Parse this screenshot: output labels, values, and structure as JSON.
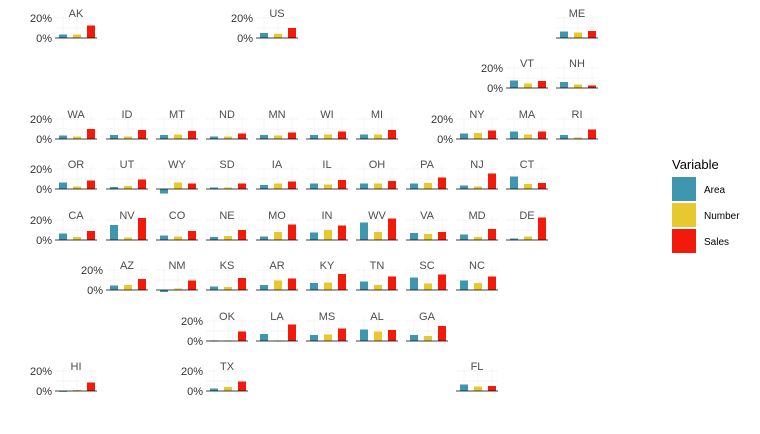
{
  "chart_data": {
    "type": "bar",
    "subtype": "geofacet-small-multiples",
    "y_tick_labels": [
      "0%",
      "20%"
    ],
    "y_ticks": [
      0,
      0.2
    ],
    "ylim": [
      -0.05,
      0.25
    ],
    "grid": true,
    "legend": {
      "title": "Variable",
      "placement": "right",
      "entries": [
        {
          "name": "Area",
          "color": "#3E97AF"
        },
        {
          "name": "Number",
          "color": "#E8C82F"
        },
        {
          "name": "Sales",
          "color": "#F21A0A"
        }
      ]
    },
    "states": [
      {
        "name": "AK",
        "col": 1,
        "row": 0,
        "values": [
          0.035,
          0.035,
          0.125
        ],
        "y_axis": true
      },
      {
        "name": "US",
        "col": 5,
        "row": 0,
        "values": [
          0.05,
          0.042,
          0.1
        ],
        "y_axis": true
      },
      {
        "name": "ME",
        "col": 11,
        "row": 0,
        "values": [
          0.065,
          0.055,
          0.07
        ],
        "y_axis": false
      },
      {
        "name": "VT",
        "col": 10,
        "row": 1,
        "values": [
          0.075,
          0.045,
          0.07
        ],
        "y_axis": true
      },
      {
        "name": "NH",
        "col": 11,
        "row": 1,
        "values": [
          0.06,
          0.035,
          0.025
        ],
        "y_axis": false
      },
      {
        "name": "WA",
        "col": 1,
        "row": 2,
        "values": [
          0.035,
          0.025,
          0.1
        ],
        "y_axis": true
      },
      {
        "name": "ID",
        "col": 2,
        "row": 2,
        "values": [
          0.04,
          0.025,
          0.09
        ],
        "y_axis": false
      },
      {
        "name": "MT",
        "col": 3,
        "row": 2,
        "values": [
          0.04,
          0.045,
          0.08
        ],
        "y_axis": false
      },
      {
        "name": "ND",
        "col": 4,
        "row": 2,
        "values": [
          0.025,
          0.025,
          0.055
        ],
        "y_axis": false
      },
      {
        "name": "MN",
        "col": 5,
        "row": 2,
        "values": [
          0.04,
          0.035,
          0.065
        ],
        "y_axis": false
      },
      {
        "name": "WI",
        "col": 6,
        "row": 2,
        "values": [
          0.04,
          0.045,
          0.075
        ],
        "y_axis": false
      },
      {
        "name": "MI",
        "col": 7,
        "row": 2,
        "values": [
          0.045,
          0.045,
          0.09
        ],
        "y_axis": false
      },
      {
        "name": "NY",
        "col": 9,
        "row": 2,
        "values": [
          0.055,
          0.06,
          0.085
        ],
        "y_axis": true
      },
      {
        "name": "MA",
        "col": 10,
        "row": 2,
        "values": [
          0.075,
          0.045,
          0.075
        ],
        "y_axis": false
      },
      {
        "name": "RI",
        "col": 11,
        "row": 2,
        "values": [
          0.04,
          0.015,
          0.095
        ],
        "y_axis": false
      },
      {
        "name": "OR",
        "col": 1,
        "row": 3,
        "values": [
          0.065,
          0.025,
          0.085
        ],
        "y_axis": true
      },
      {
        "name": "UT",
        "col": 2,
        "row": 3,
        "values": [
          0.02,
          0.03,
          0.095
        ],
        "y_axis": false
      },
      {
        "name": "WY",
        "col": 3,
        "row": 3,
        "values": [
          -0.045,
          0.065,
          0.055
        ],
        "y_axis": false
      },
      {
        "name": "SD",
        "col": 4,
        "row": 3,
        "values": [
          0.015,
          0.015,
          0.055
        ],
        "y_axis": false
      },
      {
        "name": "IA",
        "col": 5,
        "row": 3,
        "values": [
          0.04,
          0.055,
          0.075
        ],
        "y_axis": false
      },
      {
        "name": "IL",
        "col": 6,
        "row": 3,
        "values": [
          0.055,
          0.045,
          0.09
        ],
        "y_axis": false
      },
      {
        "name": "OH",
        "col": 7,
        "row": 3,
        "values": [
          0.055,
          0.055,
          0.08
        ],
        "y_axis": false
      },
      {
        "name": "PA",
        "col": 8,
        "row": 3,
        "values": [
          0.055,
          0.06,
          0.115
        ],
        "y_axis": false
      },
      {
        "name": "NJ",
        "col": 9,
        "row": 3,
        "values": [
          0.035,
          0.025,
          0.155
        ],
        "y_axis": false
      },
      {
        "name": "CT",
        "col": 10,
        "row": 3,
        "values": [
          0.125,
          0.05,
          0.06
        ],
        "y_axis": false
      },
      {
        "name": "CA",
        "col": 1,
        "row": 4,
        "values": [
          0.065,
          0.03,
          0.09
        ],
        "y_axis": true
      },
      {
        "name": "NV",
        "col": 2,
        "row": 4,
        "values": [
          0.15,
          0.025,
          0.22
        ],
        "y_axis": false
      },
      {
        "name": "CO",
        "col": 3,
        "row": 4,
        "values": [
          0.045,
          0.035,
          0.09
        ],
        "y_axis": false
      },
      {
        "name": "NE",
        "col": 4,
        "row": 4,
        "values": [
          0.03,
          0.04,
          0.1
        ],
        "y_axis": false
      },
      {
        "name": "MO",
        "col": 5,
        "row": 4,
        "values": [
          0.035,
          0.08,
          0.155
        ],
        "y_axis": false
      },
      {
        "name": "IN",
        "col": 6,
        "row": 4,
        "values": [
          0.075,
          0.1,
          0.145
        ],
        "y_axis": false
      },
      {
        "name": "WV",
        "col": 7,
        "row": 4,
        "values": [
          0.175,
          0.08,
          0.215
        ],
        "y_axis": false
      },
      {
        "name": "VA",
        "col": 8,
        "row": 4,
        "values": [
          0.07,
          0.06,
          0.08
        ],
        "y_axis": false
      },
      {
        "name": "MD",
        "col": 9,
        "row": 4,
        "values": [
          0.055,
          0.03,
          0.11
        ],
        "y_axis": false
      },
      {
        "name": "DE",
        "col": 10,
        "row": 4,
        "values": [
          0.015,
          0.035,
          0.225
        ],
        "y_axis": false
      },
      {
        "name": "AZ",
        "col": 2,
        "row": 5,
        "values": [
          0.045,
          0.05,
          0.11
        ],
        "y_axis": true
      },
      {
        "name": "NM",
        "col": 3,
        "row": 5,
        "values": [
          -0.02,
          0.015,
          0.095
        ],
        "y_axis": false
      },
      {
        "name": "KS",
        "col": 4,
        "row": 5,
        "values": [
          0.035,
          0.03,
          0.12
        ],
        "y_axis": false
      },
      {
        "name": "AR",
        "col": 5,
        "row": 5,
        "values": [
          0.05,
          0.095,
          0.115
        ],
        "y_axis": false
      },
      {
        "name": "KY",
        "col": 6,
        "row": 5,
        "values": [
          0.07,
          0.075,
          0.16
        ],
        "y_axis": false
      },
      {
        "name": "TN",
        "col": 7,
        "row": 5,
        "values": [
          0.085,
          0.05,
          0.135
        ],
        "y_axis": false
      },
      {
        "name": "SC",
        "col": 8,
        "row": 5,
        "values": [
          0.125,
          0.065,
          0.155
        ],
        "y_axis": false
      },
      {
        "name": "NC",
        "col": 9,
        "row": 5,
        "values": [
          0.095,
          0.07,
          0.135
        ],
        "y_axis": false
      },
      {
        "name": "OK",
        "col": 4,
        "row": 6,
        "values": [
          0.005,
          0.005,
          0.095
        ],
        "y_axis": true
      },
      {
        "name": "LA",
        "col": 5,
        "row": 6,
        "values": [
          0.07,
          0.005,
          0.165
        ],
        "y_axis": false
      },
      {
        "name": "MS",
        "col": 6,
        "row": 6,
        "values": [
          0.06,
          0.065,
          0.125
        ],
        "y_axis": false
      },
      {
        "name": "AL",
        "col": 7,
        "row": 6,
        "values": [
          0.115,
          0.095,
          0.11
        ],
        "y_axis": false
      },
      {
        "name": "GA",
        "col": 8,
        "row": 6,
        "values": [
          0.06,
          0.05,
          0.15
        ],
        "y_axis": false
      },
      {
        "name": "HI",
        "col": 1,
        "row": 7,
        "values": [
          -0.005,
          0.01,
          0.085
        ],
        "y_axis": true
      },
      {
        "name": "TX",
        "col": 4,
        "row": 7,
        "values": [
          0.025,
          0.04,
          0.095
        ],
        "y_axis": true
      },
      {
        "name": "FL",
        "col": 9,
        "row": 7,
        "values": [
          0.065,
          0.045,
          0.05
        ],
        "y_axis": false
      }
    ]
  }
}
